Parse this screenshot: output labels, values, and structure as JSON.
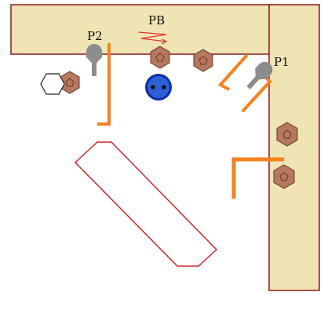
{
  "labels": {
    "p1": "P1",
    "p2": "P2",
    "pb": "PB"
  },
  "colors": {
    "wall_fill": "#efe4b4",
    "wall_stroke": "#8a1d1d",
    "hex_fill": "#b5795f",
    "hex_stroke": "#6b3524",
    "bracket": "#f5811f",
    "head": "#8c8c8c",
    "robot_body": "#2f5fd6",
    "robot_ring": "#0d2ea8",
    "obstacle_stroke": "#d2232a",
    "arrow": "#d93a2b"
  },
  "icons": {
    "hexagon_part": "hexagon-part-icon",
    "empty_slot": "empty-hexagon-slot-icon",
    "robot": "robot-icon",
    "station": "station-head-icon"
  }
}
